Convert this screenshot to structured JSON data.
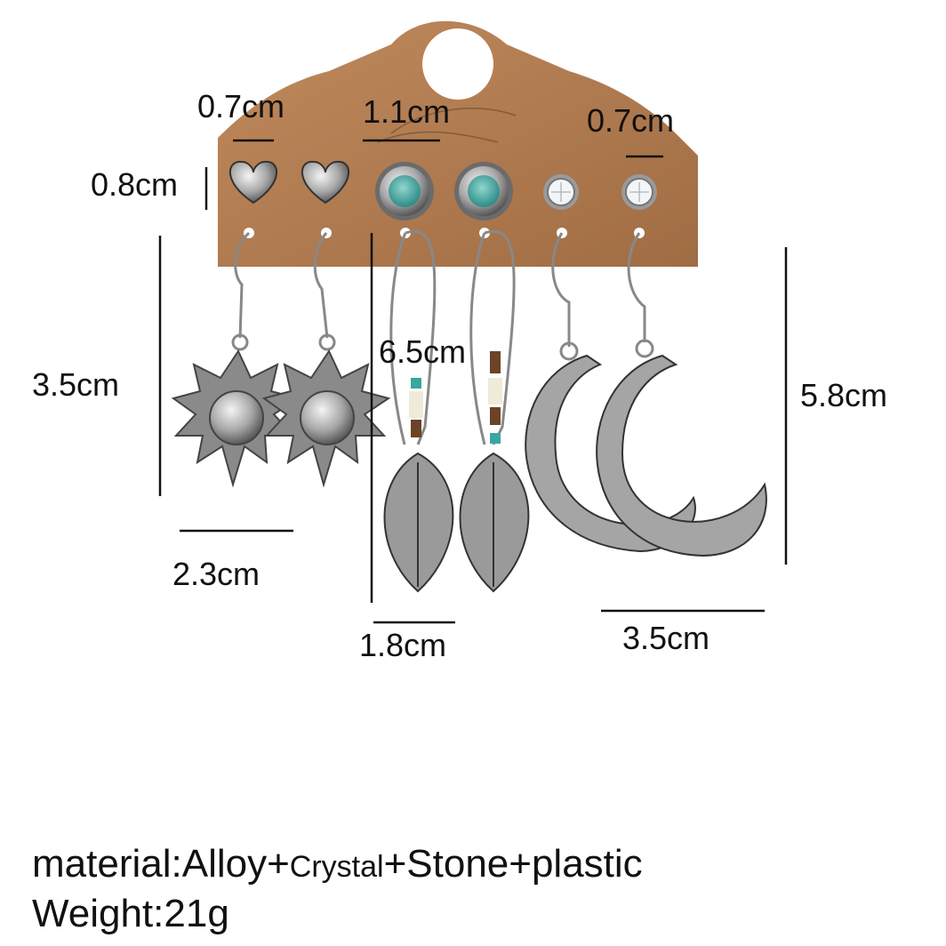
{
  "product": {
    "card_color": "#b07a4f",
    "metal_color": "#c9c9c9",
    "stone_color": "#3aa6a0"
  },
  "dimensions": {
    "heart_stud_width": "0.7cm",
    "heart_stud_height": "0.8cm",
    "turquoise_stud_width": "1.1cm",
    "crystal_stud_width": "0.7cm",
    "sun_height": "3.5cm",
    "sun_width": "2.3cm",
    "leaf_height": "6.5cm",
    "leaf_width": "1.8cm",
    "moon_height": "5.8cm",
    "moon_width": "3.5cm"
  },
  "specs": {
    "material_prefix": "material:Alloy+",
    "material_crystal": "Crystal",
    "material_suffix_1": "+Stone+",
    "material_suffix_2": "plastic",
    "weight": "Weight:21g"
  }
}
